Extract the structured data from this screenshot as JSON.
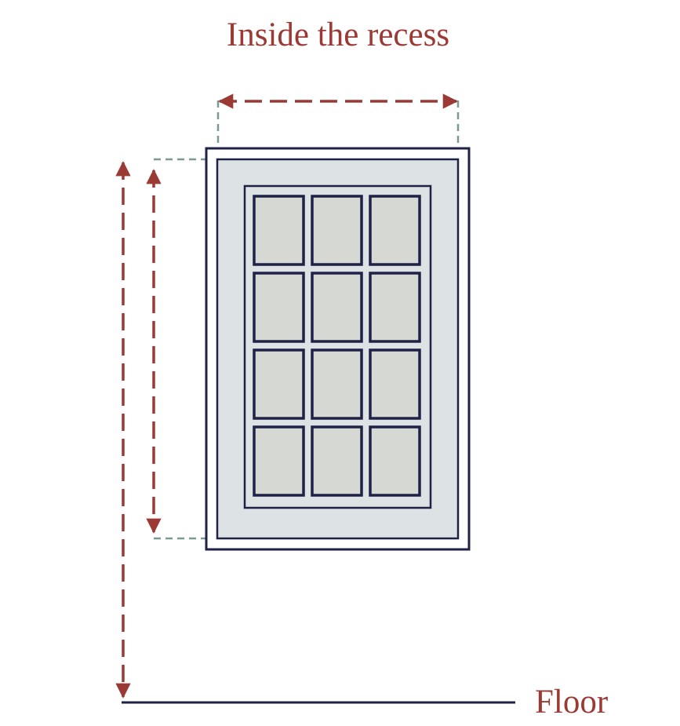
{
  "title": "Inside the recess",
  "floor_label": "Floor",
  "colors": {
    "accent": "#9b3a35",
    "outline": "#1f2246",
    "guide": "#7a9a96",
    "recess_fill": "#dde2e4",
    "pane_fill": "#d6d9d3",
    "background": "#ffffff"
  },
  "window": {
    "pane_rows": 4,
    "pane_columns": 3
  }
}
